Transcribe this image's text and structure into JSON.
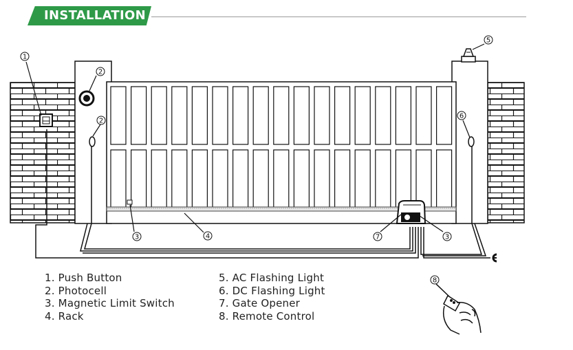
{
  "header": {
    "title": "INSTALLATION",
    "accent_color": "#2e9a48"
  },
  "callouts": [
    "1",
    "2",
    "2",
    "3",
    "3",
    "4",
    "5",
    "6",
    "7",
    "8"
  ],
  "legend": {
    "left": [
      "1. Push Button",
      "2. Photocell",
      "3. Magnetic Limit Switch",
      "4. Rack"
    ],
    "right": [
      "5. AC Flashing Light",
      "6. DC Flashing Light",
      "7. Gate Opener",
      "8. Remote Control"
    ]
  }
}
